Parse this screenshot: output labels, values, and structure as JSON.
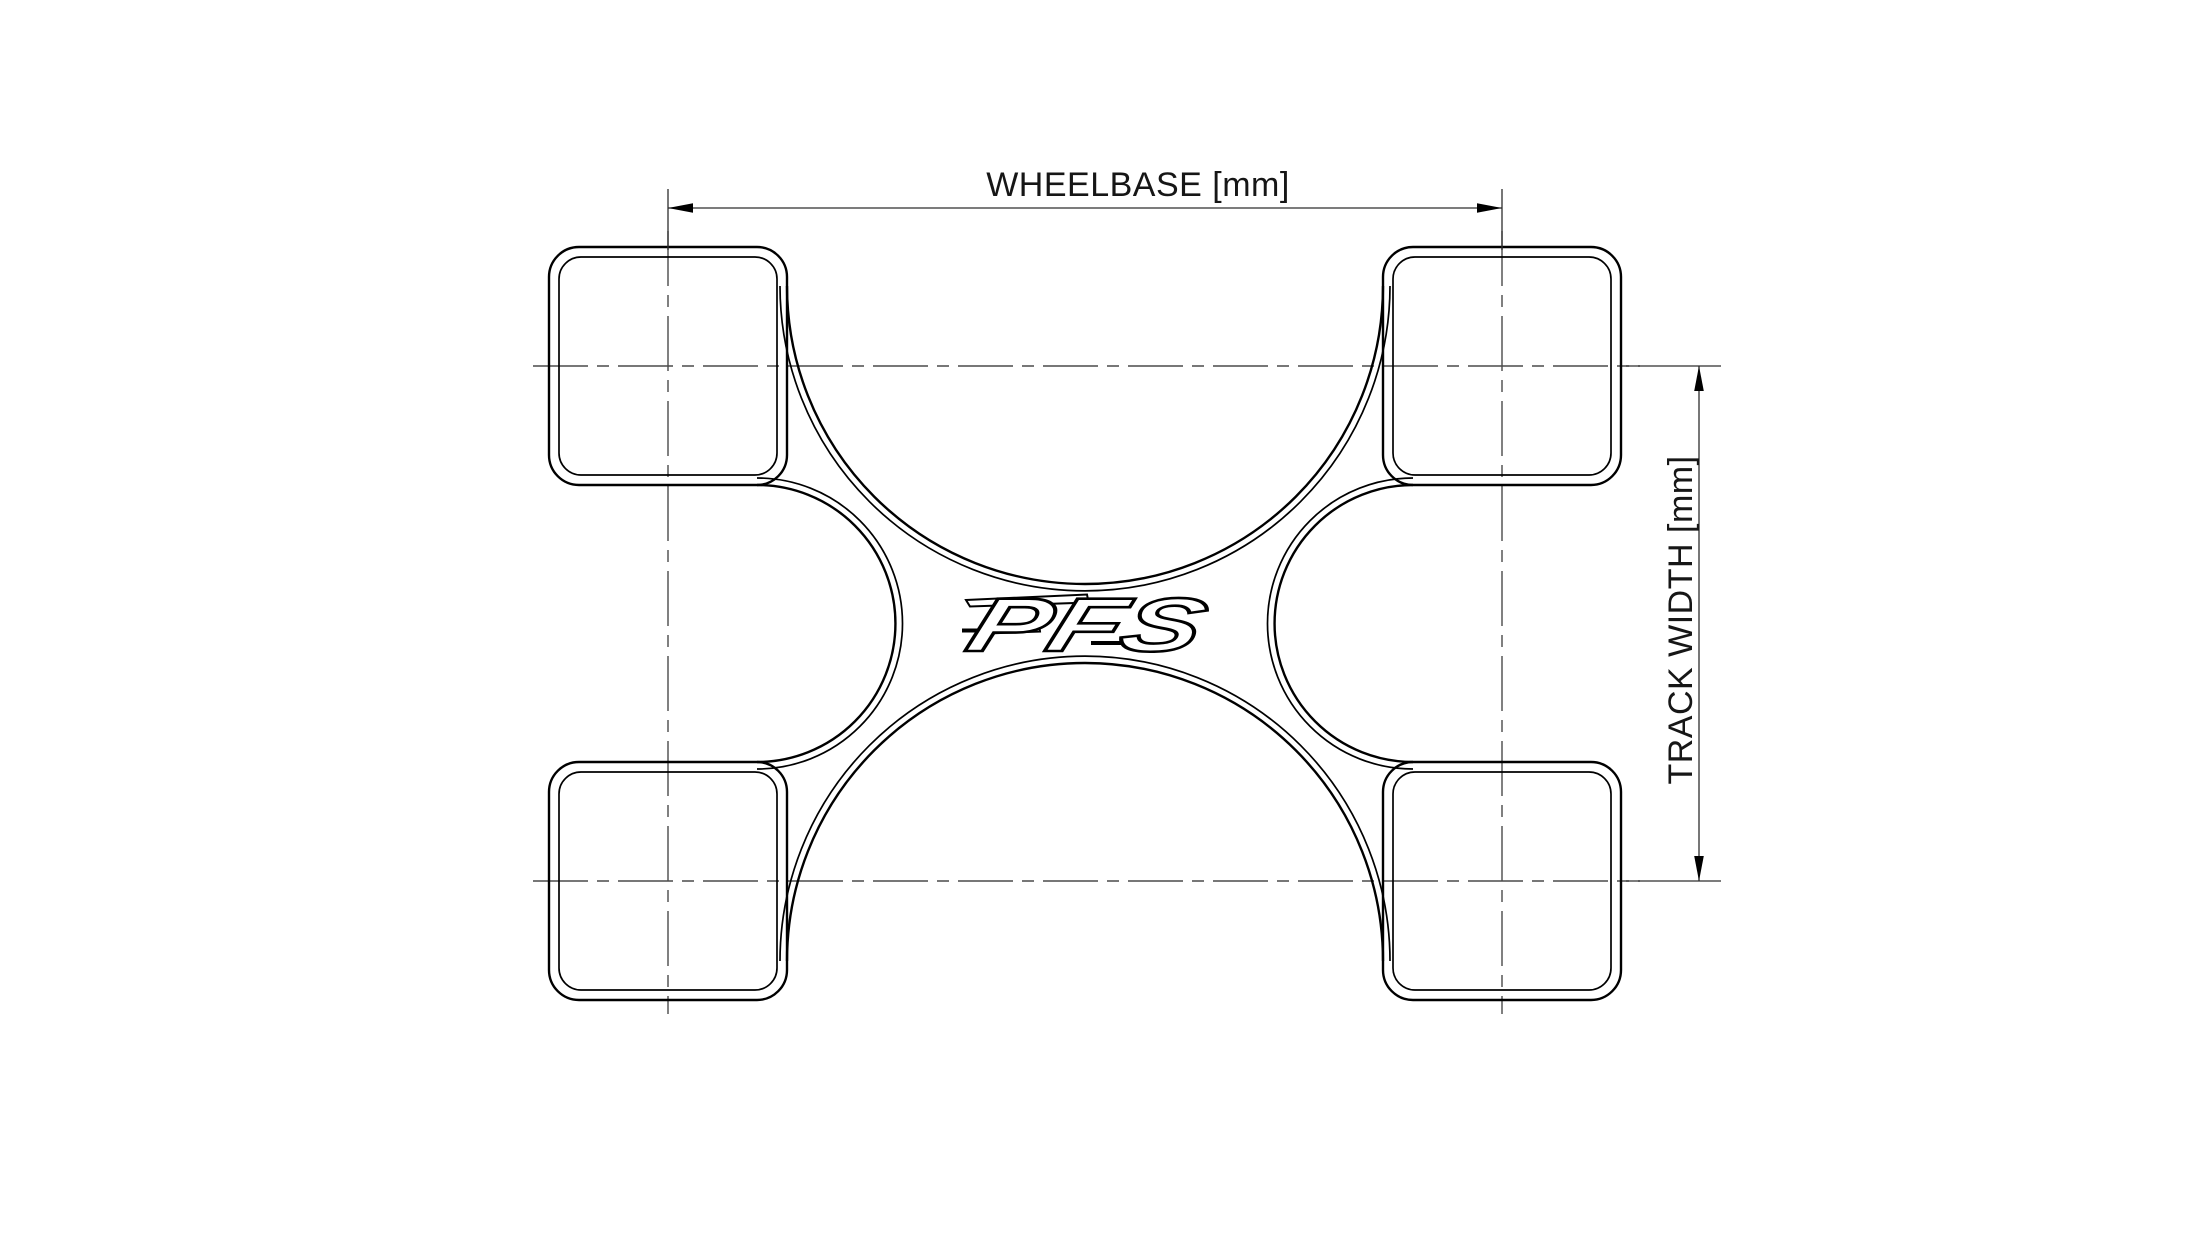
{
  "drawing": {
    "description": "Top view technical drawing of an X-shaped chassis plate with four rounded wheel pads",
    "logo": {
      "text": "PFS"
    },
    "dimensions": {
      "wheelbase": {
        "label": "WHEELBASE [mm]"
      },
      "track_width": {
        "label": "TRACK WIDTH [mm]"
      }
    },
    "colors": {
      "background": "#ffffff",
      "outline": "#000000",
      "dimension_line": "#2e2e2e",
      "centerline": "#4a4a4a",
      "text": "#161616"
    }
  }
}
